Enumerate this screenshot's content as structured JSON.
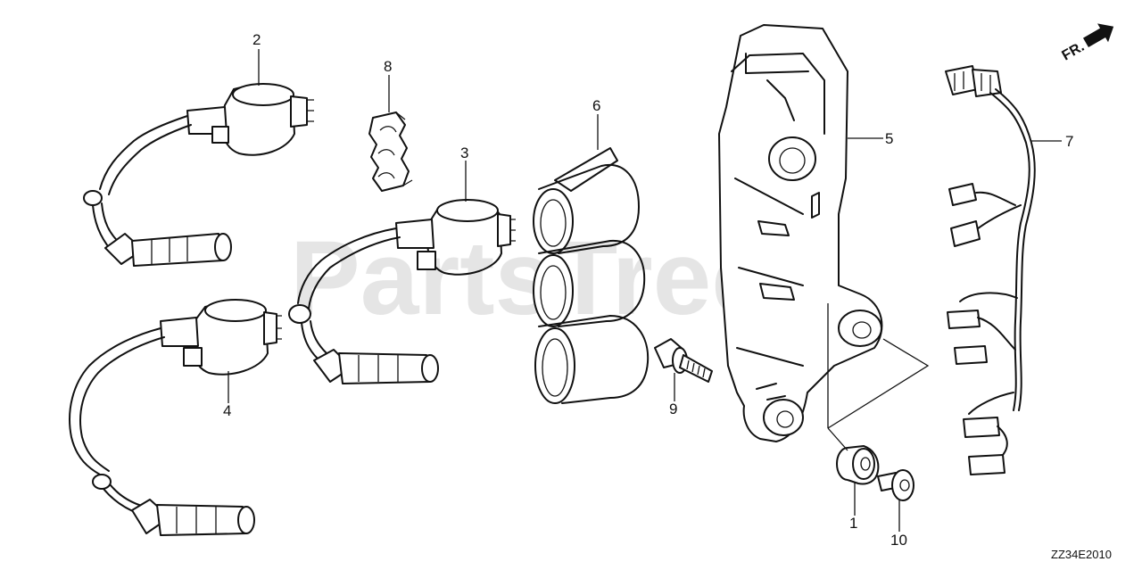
{
  "watermark": "PartsTree",
  "diagram_code": "ZZ34E2010",
  "front_indicator": {
    "label": "FR.",
    "icon": "front-arrow-icon"
  },
  "callouts": [
    {
      "id": "callout-1",
      "label": "1",
      "part": "grommet"
    },
    {
      "id": "callout-2",
      "label": "2",
      "part": "ignition-coil-upper-left"
    },
    {
      "id": "callout-3",
      "label": "3",
      "part": "ignition-coil-center"
    },
    {
      "id": "callout-4",
      "label": "4",
      "part": "ignition-coil-lower-left"
    },
    {
      "id": "callout-5",
      "label": "5",
      "part": "coil-bracket"
    },
    {
      "id": "callout-6",
      "label": "6",
      "part": "coil-holder"
    },
    {
      "id": "callout-7",
      "label": "7",
      "part": "wire-harness"
    },
    {
      "id": "callout-8",
      "label": "8",
      "part": "cord-clamp"
    },
    {
      "id": "callout-9",
      "label": "9",
      "part": "flange-bolt"
    },
    {
      "id": "callout-10",
      "label": "10",
      "part": "collar"
    }
  ]
}
